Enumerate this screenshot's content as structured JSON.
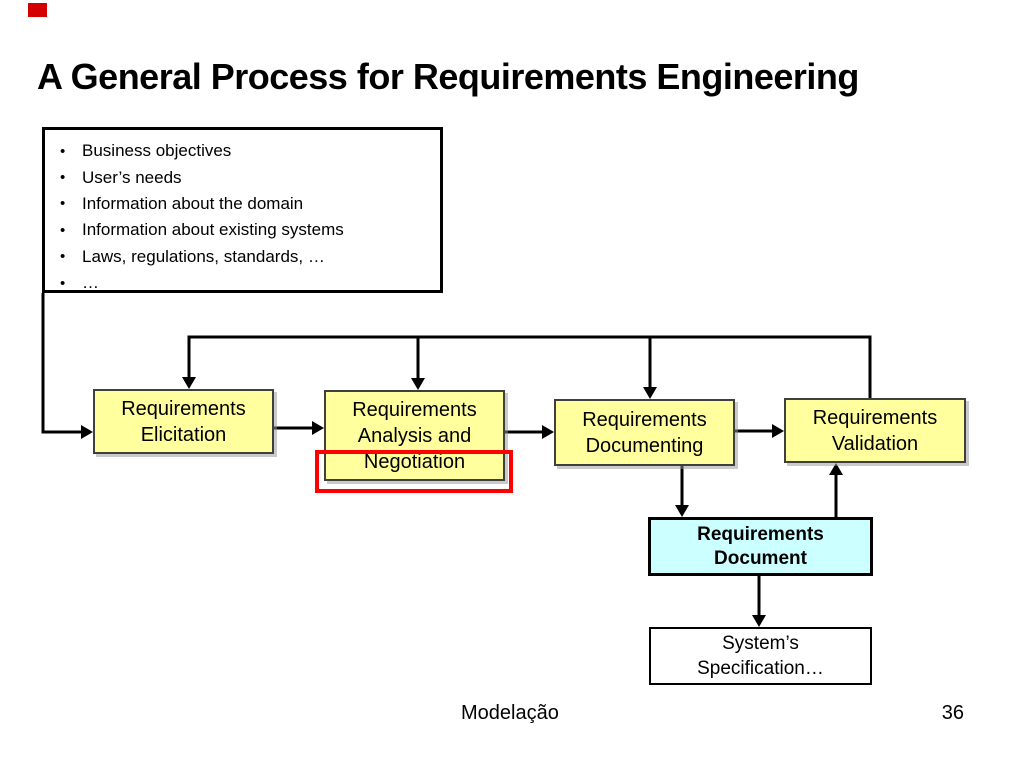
{
  "slide": {
    "title": "A General Process for Requirements Engineering",
    "footer": {
      "course": "Modelação",
      "page_number": "36"
    }
  },
  "inputs_box": {
    "bullet": "•",
    "items": [
      "Business objectives",
      "User’s needs",
      "Information about the domain",
      "Information about existing systems",
      "Laws, regulations, standards, …",
      "…"
    ]
  },
  "process_boxes": [
    {
      "id": "requirements-elicitation",
      "lines": [
        "Requirements",
        "Elicitation"
      ]
    },
    {
      "id": "requirements-analysis",
      "lines": [
        "Requirements",
        "Analysis and",
        "Negotiation"
      ],
      "highlighted": true
    },
    {
      "id": "requirements-documenting",
      "lines": [
        "Requirements",
        "Documenting"
      ]
    },
    {
      "id": "requirements-validation",
      "lines": [
        "Requirements",
        "Validation"
      ]
    }
  ],
  "artifact_boxes": [
    {
      "id": "requirements-document",
      "lines": [
        "Requirements",
        "Document"
      ]
    },
    {
      "id": "systems-specification",
      "lines": [
        "System’s",
        "Specification…"
      ]
    }
  ],
  "colors": {
    "process_box_fill": "#FFFF9E",
    "artifact_box_fill": "#CCFFFF",
    "highlight_border": "#FF0000",
    "connector": "#000000",
    "corner_marker": "#D40000"
  }
}
